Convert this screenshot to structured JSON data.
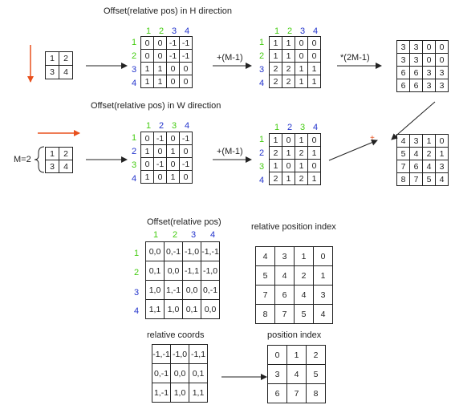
{
  "colors": {
    "green": "#44cc11",
    "blue": "#2233cc",
    "red": "#e8501d",
    "ink": "#222222"
  },
  "section_h": {
    "title": "Offset(relative pos) in H direction",
    "input": [
      [
        "1",
        "2"
      ],
      [
        "3",
        "4"
      ]
    ],
    "col_headers": [
      "1",
      "2",
      "3",
      "4"
    ],
    "row_headers": [
      "1",
      "2",
      "3",
      "4"
    ],
    "offset": [
      [
        "0",
        "0",
        "-1",
        "-1"
      ],
      [
        "0",
        "0",
        "-1",
        "-1"
      ],
      [
        "1",
        "1",
        "0",
        "0"
      ],
      [
        "1",
        "1",
        "0",
        "0"
      ]
    ],
    "op1": "+(M-1)",
    "shifted": [
      [
        "1",
        "1",
        "0",
        "0"
      ],
      [
        "1",
        "1",
        "0",
        "0"
      ],
      [
        "2",
        "2",
        "1",
        "1"
      ],
      [
        "2",
        "2",
        "1",
        "1"
      ]
    ],
    "op2": "*(2M-1)",
    "scaled": [
      [
        "3",
        "3",
        "0",
        "0"
      ],
      [
        "3",
        "3",
        "0",
        "0"
      ],
      [
        "6",
        "6",
        "3",
        "3"
      ],
      [
        "6",
        "6",
        "3",
        "3"
      ]
    ]
  },
  "section_w": {
    "title": "Offset(relative pos) in W direction",
    "m_label": "M=2",
    "input": [
      [
        "1",
        "2"
      ],
      [
        "3",
        "4"
      ]
    ],
    "col_headers": [
      "1",
      "2",
      "3",
      "4"
    ],
    "row_headers": [
      "1",
      "2",
      "3",
      "4"
    ],
    "offset": [
      [
        "0",
        "-1",
        "0",
        "-1"
      ],
      [
        "1",
        "0",
        "1",
        "0"
      ],
      [
        "0",
        "-1",
        "0",
        "-1"
      ],
      [
        "1",
        "0",
        "1",
        "0"
      ]
    ],
    "op1": "+(M-1)",
    "shifted": [
      [
        "1",
        "0",
        "1",
        "0"
      ],
      [
        "2",
        "1",
        "2",
        "1"
      ],
      [
        "1",
        "0",
        "1",
        "0"
      ],
      [
        "2",
        "1",
        "2",
        "1"
      ]
    ],
    "plus": "+",
    "result": [
      [
        "4",
        "3",
        "1",
        "0"
      ],
      [
        "5",
        "4",
        "2",
        "1"
      ],
      [
        "7",
        "6",
        "4",
        "3"
      ],
      [
        "8",
        "7",
        "5",
        "4"
      ]
    ]
  },
  "summary": {
    "offset_title": "Offset(relative pos)",
    "col_headers": [
      "1",
      "2",
      "3",
      "4"
    ],
    "row_headers": [
      "1",
      "2",
      "3",
      "4"
    ],
    "offset_pairs": [
      [
        "0,0",
        "0,-1",
        "-1,0",
        "-1,-1"
      ],
      [
        "0,1",
        "0,0",
        "-1,1",
        "-1,0"
      ],
      [
        "1,0",
        "1,-1",
        "0,0",
        "0,-1"
      ],
      [
        "1,1",
        "1,0",
        "0,1",
        "0,0"
      ]
    ],
    "rpi_title": "relative position index",
    "rpi": [
      [
        "4",
        "3",
        "1",
        "0"
      ],
      [
        "5",
        "4",
        "2",
        "1"
      ],
      [
        "7",
        "6",
        "4",
        "3"
      ],
      [
        "8",
        "7",
        "5",
        "4"
      ]
    ],
    "coords_title": "relative coords",
    "coords": [
      [
        "-1,-1",
        "-1,0",
        "-1,1"
      ],
      [
        "0,-1",
        "0,0",
        "0,1"
      ],
      [
        "1,-1",
        "1,0",
        "1,1"
      ]
    ],
    "pos_title": "position index",
    "pos": [
      [
        "0",
        "1",
        "2"
      ],
      [
        "3",
        "4",
        "5"
      ],
      [
        "6",
        "7",
        "8"
      ]
    ]
  }
}
